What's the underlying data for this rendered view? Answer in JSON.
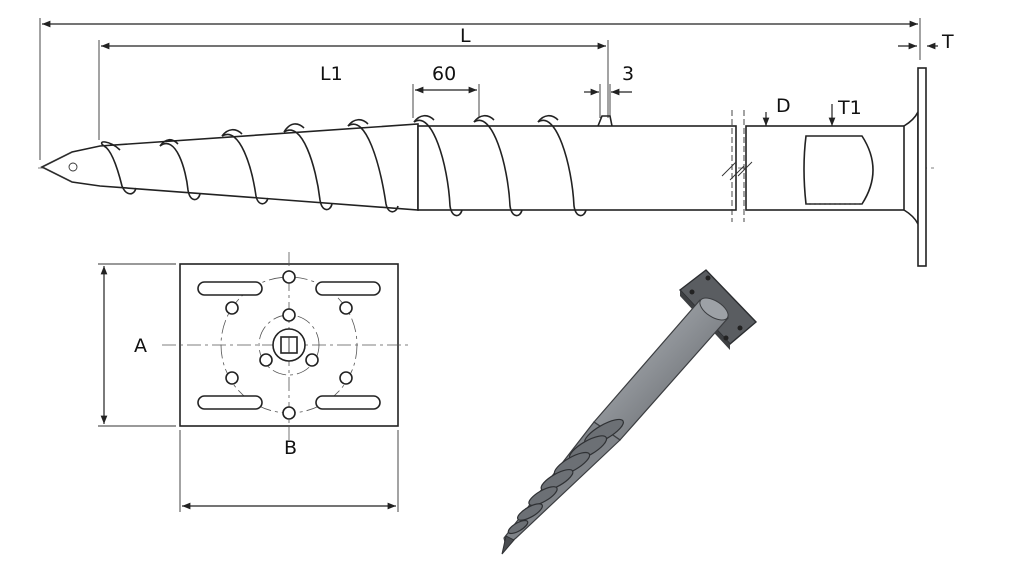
{
  "labels": {
    "L": "L",
    "L1": "L1",
    "pitch": "60",
    "thread": "3",
    "D": "D",
    "T1": "T1",
    "T": "T",
    "A": "A",
    "B": "B"
  },
  "colors": {
    "line": "#222222",
    "render_steel": "#8e9297",
    "render_plate": "#5a5d61"
  }
}
